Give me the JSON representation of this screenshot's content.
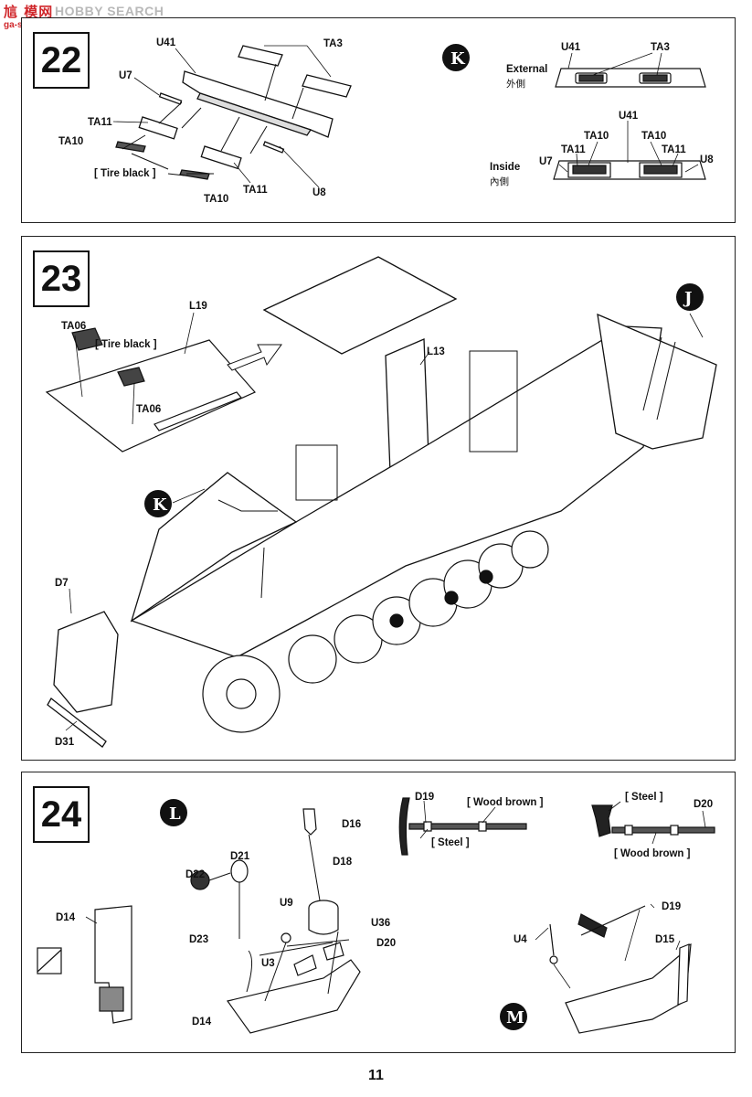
{
  "watermark": {
    "cn": "訄 模网",
    "en": "HOBBY SEARCH",
    "url": "ga-shaur.com"
  },
  "page_number": "11",
  "step22": {
    "number": "22",
    "parts": [
      "U41",
      "TA3",
      "U7",
      "TA11",
      "TA10",
      "[ Tire black ]",
      "TA10",
      "TA11",
      "U8"
    ],
    "callout": "K",
    "detail": {
      "external_en": "External",
      "external_cn": "外側",
      "ext_u41": "U41",
      "ext_ta3": "TA3",
      "u41": "U41",
      "ta10a": "TA10",
      "ta10b": "TA10",
      "ta11a": "TA11",
      "ta11b": "TA11",
      "inside_en": "Inside",
      "inside_cn": "內側",
      "u7": "U7",
      "u8": "U8"
    }
  },
  "step23": {
    "number": "23",
    "callouts": [
      "J",
      "K"
    ],
    "parts": {
      "l19": "L19",
      "ta06a": "TA06",
      "tire": "[ Tire black ]",
      "ta06b": "TA06",
      "l13": "L13",
      "d7": "D7",
      "d31": "D31"
    }
  },
  "step24": {
    "number": "24",
    "callouts": [
      "L",
      "M"
    ],
    "parts": {
      "d16": "D16",
      "d21": "D21",
      "d18": "D18",
      "d22": "D22",
      "u9": "U9",
      "u36": "U36",
      "d23": "D23",
      "d20": "D20",
      "u3": "U3",
      "d14": "D14",
      "d14b": "D14",
      "u4": "U4",
      "d19": "D19",
      "d15": "D15"
    },
    "tools": {
      "d19": "D19",
      "wood1": "[ Wood brown ]",
      "steel1": "[ Steel ]",
      "steel2": "[ Steel ]",
      "d20": "D20",
      "wood2": "[ Wood brown ]"
    }
  }
}
